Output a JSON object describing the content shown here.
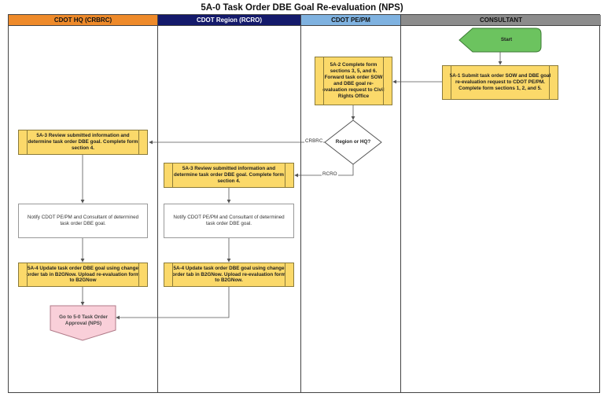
{
  "title": "5A-0 Task Order DBE Goal Re-evaluation (NPS)",
  "lanes": [
    {
      "label": "CDOT HQ (CRBRC)",
      "color": "#ee8a2a",
      "text_color": "#111111"
    },
    {
      "label": "CDOT Region (RCRO)",
      "color": "#141a6b",
      "text_color": "#ffffff"
    },
    {
      "label": "CDOT PE/PM",
      "color": "#7fb2e0",
      "text_color": "#111111"
    },
    {
      "label": "CONSULTANT",
      "color": "#8c8c8c",
      "text_color": "#111111"
    }
  ],
  "nodes": {
    "start": "Start",
    "s5a1": "5A-1 Submit task order SOW and DBE goal re-evaluation request to CDOT PE/PM.  Complete form sections 1, 2, and 5.",
    "s5a2": "5A-2 Complete form sections 3, 5, and 6. Forward task order SOW and DBE goal re-evaluation request to Civil Rights Office",
    "decision": "Region or HQ?",
    "s5a3_hq": "5A-3 Review submitted information and determine task order DBE goal. Complete form section 4.",
    "s5a3_region": "5A-3 Review submitted information and determine task order DBE goal. Complete form section 4.",
    "notify_hq": "Notify CDOT PE/PM and Consultant of determined task order DBE goal.",
    "notify_region": "Notify CDOT PE/PM and Consultant of determined task order DBE goal.",
    "s5a4_hq": "5A-4 Update task order DBE goal using change order tab in B2GNow.  Upload re-evaluation form to B2GNow",
    "s5a4_region": "5A-4 Update task order DBE goal using change order tab in B2GNow.  Upload re-evaluation form to B2GNow.",
    "goto": "Go to 5-0 Task Order Approval (NPS)"
  },
  "edge_labels": {
    "crbrc": "CRBRC",
    "rcro": "RCRO"
  },
  "colors": {
    "process": "#fbd96a",
    "start": "#6cc35f",
    "offpage": "#f9cfd9"
  }
}
